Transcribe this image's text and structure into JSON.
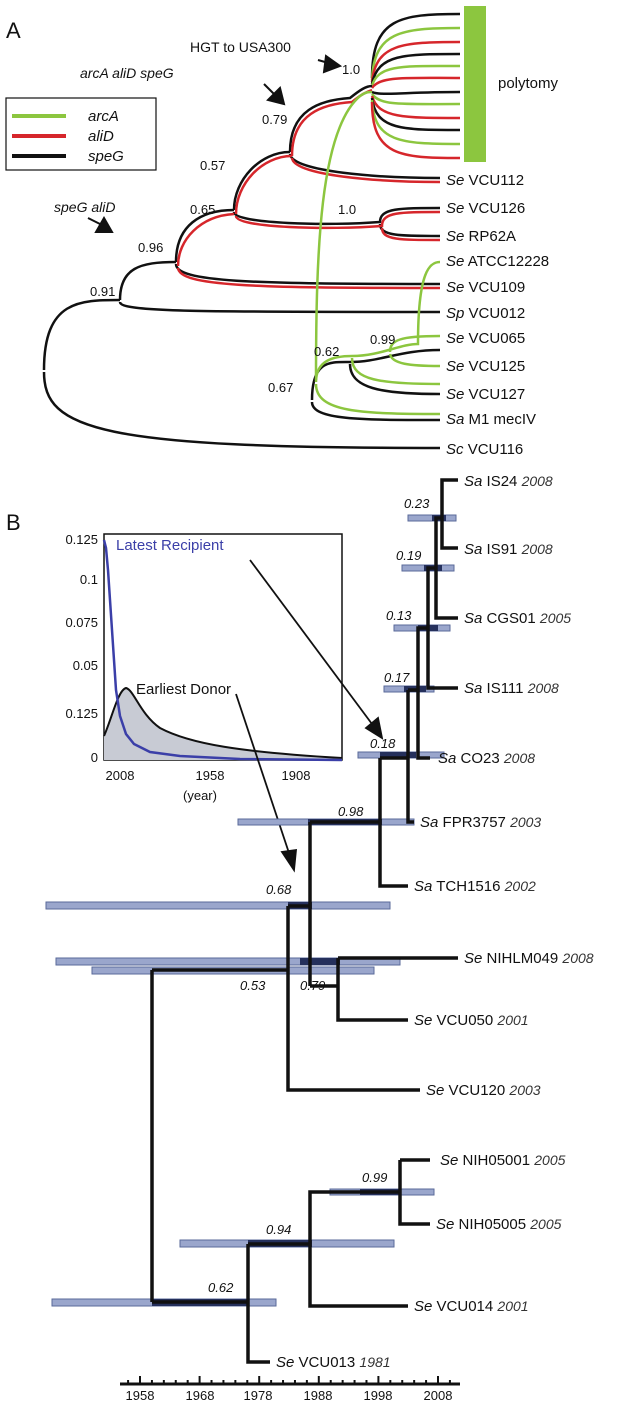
{
  "panelA": {
    "letter": "A",
    "legend": [
      {
        "gene": "arcA",
        "color": "#8cc63f"
      },
      {
        "gene": "aliD",
        "color": "#d6262b"
      },
      {
        "gene": "speG",
        "color": "#111111"
      }
    ],
    "annotations": {
      "hgt": "HGT to USA300",
      "arca_alid_speg": "arcA aliD speG",
      "speg_alid": "speG aliD",
      "polytomy": "polytomy"
    },
    "supports": [
      "1.0",
      "0.79",
      "0.57",
      "0.65",
      "1.0",
      "0.96",
      "0.91",
      "0.99",
      "0.62",
      "0.67"
    ],
    "leaves": [
      {
        "sp": "Se",
        "strain": "VCU112"
      },
      {
        "sp": "Se",
        "strain": "VCU126"
      },
      {
        "sp": "Se",
        "strain": "RP62A"
      },
      {
        "sp": "Se",
        "strain": "ATCC12228"
      },
      {
        "sp": "Se",
        "strain": "VCU109"
      },
      {
        "sp": "Sp",
        "strain": "VCU012"
      },
      {
        "sp": "Se",
        "strain": "VCU065"
      },
      {
        "sp": "Se",
        "strain": "VCU125"
      },
      {
        "sp": "Se",
        "strain": "VCU127"
      },
      {
        "sp": "Sa",
        "strain": "M1 mecIV"
      },
      {
        "sp": "Sc",
        "strain": "VCU116"
      }
    ]
  },
  "panelB": {
    "letter": "B",
    "inset": {
      "series": [
        {
          "name": "Latest Recipient",
          "color": "#3b3fa8"
        },
        {
          "name": "Earliest Donor",
          "color": "#111111"
        }
      ],
      "yticks": [
        "0.125",
        "0.1",
        "0.075",
        "0.05",
        "0.125",
        "0"
      ],
      "xticks": [
        "2008",
        "1958",
        "1908"
      ],
      "xlabel": "(year)"
    },
    "supports": [
      "0.23",
      "0.19",
      "0.13",
      "0.17",
      "0.18",
      "0.98",
      "0.68",
      "0.53",
      "0.79",
      "0.99",
      "0.94",
      "0.62"
    ],
    "leaves": [
      {
        "sp": "Sa",
        "strain": "IS24",
        "year": "2008"
      },
      {
        "sp": "Sa",
        "strain": "IS91",
        "year": "2008"
      },
      {
        "sp": "Sa",
        "strain": "CGS01",
        "year": "2005"
      },
      {
        "sp": "Sa",
        "strain": "IS111",
        "year": "2008"
      },
      {
        "sp": "Sa",
        "strain": "CO23",
        "year": "2008"
      },
      {
        "sp": "Sa",
        "strain": "FPR3757",
        "year": "2003"
      },
      {
        "sp": "Sa",
        "strain": "TCH1516",
        "year": "2002"
      },
      {
        "sp": "Se",
        "strain": "NIHLM049",
        "year": "2008"
      },
      {
        "sp": "Se",
        "strain": "VCU050",
        "year": "2001"
      },
      {
        "sp": "Se",
        "strain": "VCU120",
        "year": "2003"
      },
      {
        "sp": "Se",
        "strain": "NIH05001",
        "year": "2005"
      },
      {
        "sp": "Se",
        "strain": "NIH05005",
        "year": "2005"
      },
      {
        "sp": "Se",
        "strain": "VCU014",
        "year": "2001"
      },
      {
        "sp": "Se",
        "strain": "VCU013",
        "year": "1981"
      }
    ],
    "axis_ticks": [
      "1958",
      "1968",
      "1978",
      "1988",
      "1998",
      "2008"
    ]
  }
}
